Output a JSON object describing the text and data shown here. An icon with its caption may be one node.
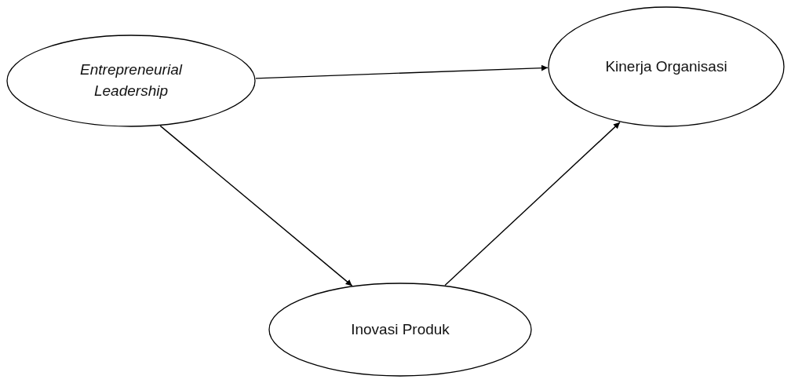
{
  "diagram": {
    "nodes": [
      {
        "text": [
          "Entrepreneurial Leadership"
        ]
      },
      {
        "text": [
          "Kinerja Organisasi"
        ]
      },
      {
        "text": [
          "Inovasi Produk"
        ]
      }
    ],
    "edges": [
      {
        "from": 0,
        "to": 1,
        "arrow": "to"
      },
      {
        "from": 0,
        "to": 2,
        "arrow": "to"
      },
      {
        "from": 2,
        "to": 1,
        "arrow": "to"
      }
    ]
  }
}
